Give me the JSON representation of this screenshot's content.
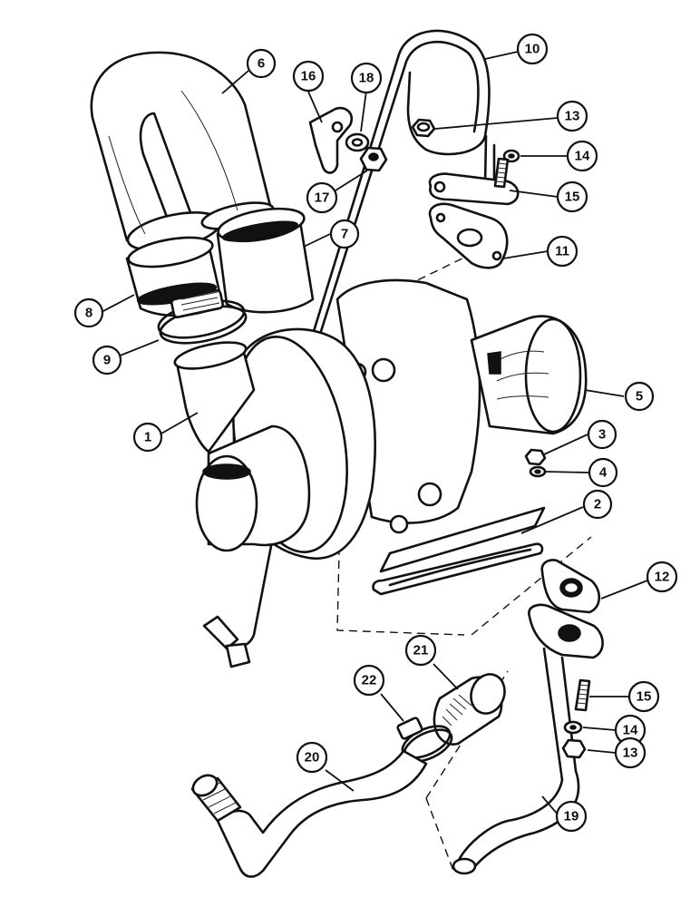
{
  "callouts": [
    {
      "id": "c1",
      "label": "1"
    },
    {
      "id": "c2",
      "label": "2"
    },
    {
      "id": "c3",
      "label": "3"
    },
    {
      "id": "c4",
      "label": "4"
    },
    {
      "id": "c5",
      "label": "5"
    },
    {
      "id": "c6",
      "label": "6"
    },
    {
      "id": "c7",
      "label": "7"
    },
    {
      "id": "c8",
      "label": "8"
    },
    {
      "id": "c9",
      "label": "9"
    },
    {
      "id": "c10",
      "label": "10"
    },
    {
      "id": "c11",
      "label": "11"
    },
    {
      "id": "c12",
      "label": "12"
    },
    {
      "id": "c13a",
      "label": "13"
    },
    {
      "id": "c14a",
      "label": "14"
    },
    {
      "id": "c15a",
      "label": "15"
    },
    {
      "id": "c15b",
      "label": "15"
    },
    {
      "id": "c14b",
      "label": "14"
    },
    {
      "id": "c13b",
      "label": "13"
    },
    {
      "id": "c16",
      "label": "16"
    },
    {
      "id": "c17",
      "label": "17"
    },
    {
      "id": "c18",
      "label": "18"
    },
    {
      "id": "c19",
      "label": "19"
    },
    {
      "id": "c20",
      "label": "20"
    },
    {
      "id": "c21",
      "label": "21"
    },
    {
      "id": "c22",
      "label": "22"
    }
  ]
}
